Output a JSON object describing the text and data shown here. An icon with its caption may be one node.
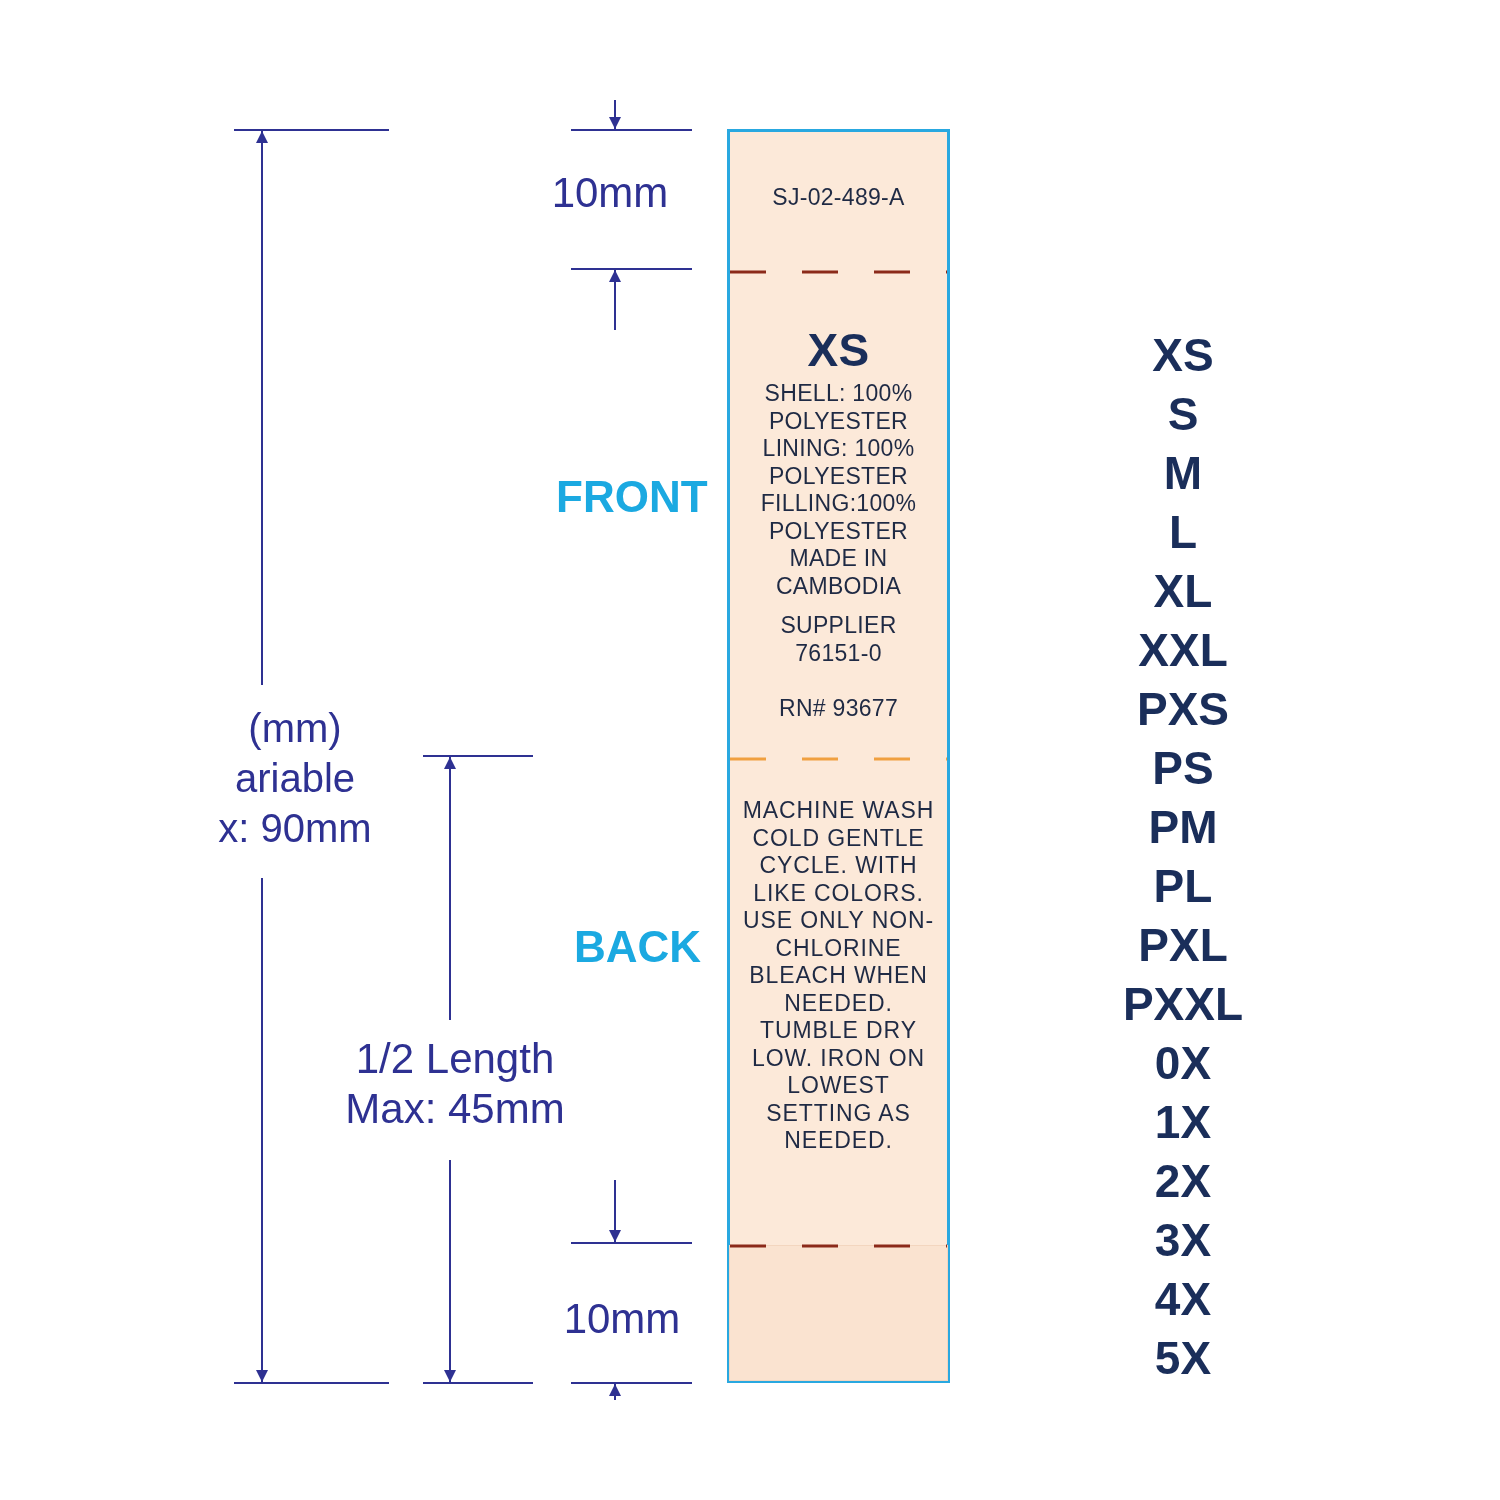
{
  "diagram": {
    "nodes": [
      {
        "text": [],
        "shape": "box"
      },
      {
        "text": [
          "SJ-02-489-A"
        ],
        "in": 0
      },
      {
        "text": [
          "XS",
          "SHELL: 100% POLYESTER LINING: 100% POLYESTER FILLING:100% POLYESTER MADE IN CAMBODIA",
          "SUPPLIER 76151-0",
          "RN# 93677"
        ],
        "in": 0,
        "beside": [
          "FRONT"
        ]
      },
      {
        "text": [
          "MACHINE WASH COLD GENTLE CYCLE. WITH LIKE COLORS. USE ONLY NON-CHLORINE BLEACH WHEN NEEDED. TUMBLE DRY LOW. IRON ON LOWEST SETTING AS NEEDED."
        ],
        "in": 0,
        "beside": [
          "BACK"
        ]
      },
      {
        "text": [],
        "shape": "box",
        "in": 0
      }
    ],
    "edges": [],
    "labels": [
      "10mm",
      "(mm) ariable x: 90mm",
      "1/2 Length Max: 45mm",
      "10mm",
      "XS",
      "S",
      "M",
      "L",
      "XL",
      "XXL",
      "PXS",
      "PS",
      "PM",
      "PL",
      "PXL",
      "PXXL",
      "0X",
      "1X",
      "2X",
      "3X",
      "4X",
      "5X"
    ]
  }
}
